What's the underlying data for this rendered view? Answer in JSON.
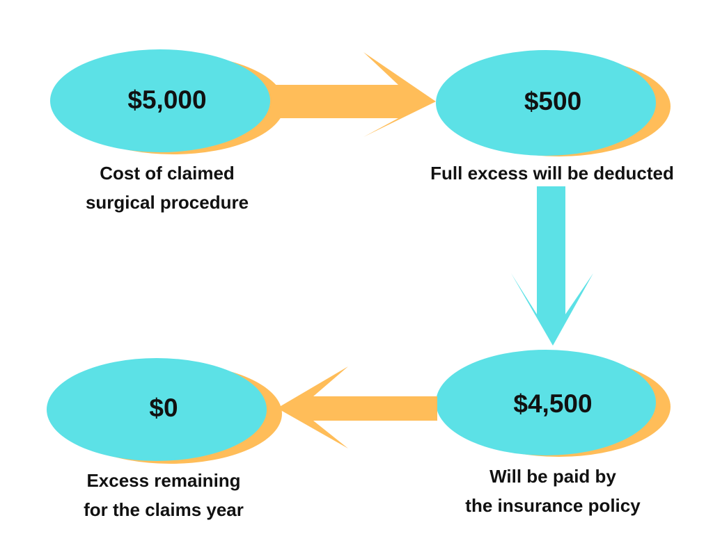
{
  "colors": {
    "ellipse_fill": "#5CE1E6",
    "ellipse_shadow": "#FFBD59",
    "arrow_horizontal": "#FFBD59",
    "arrow_vertical": "#5CE1E6",
    "text": "#111111"
  },
  "nodes": {
    "cost": {
      "amount": "$5,000",
      "caption_line1": "Cost of claimed",
      "caption_line2": "surgical procedure"
    },
    "excess": {
      "amount": "$500",
      "caption_line1": "Full excess will be deducted"
    },
    "paid": {
      "amount": "$4,500",
      "caption_line1": "Will be paid by",
      "caption_line2": "the insurance policy"
    },
    "remaining": {
      "amount": "$0",
      "caption_line1": "Excess remaining",
      "caption_line2": "for the claims year"
    }
  },
  "arrows": {
    "cost_to_excess": {
      "from": "cost",
      "to": "excess",
      "direction": "right"
    },
    "excess_to_paid": {
      "from": "excess",
      "to": "paid",
      "direction": "down"
    },
    "paid_to_remaining": {
      "from": "paid",
      "to": "remaining",
      "direction": "left"
    }
  }
}
